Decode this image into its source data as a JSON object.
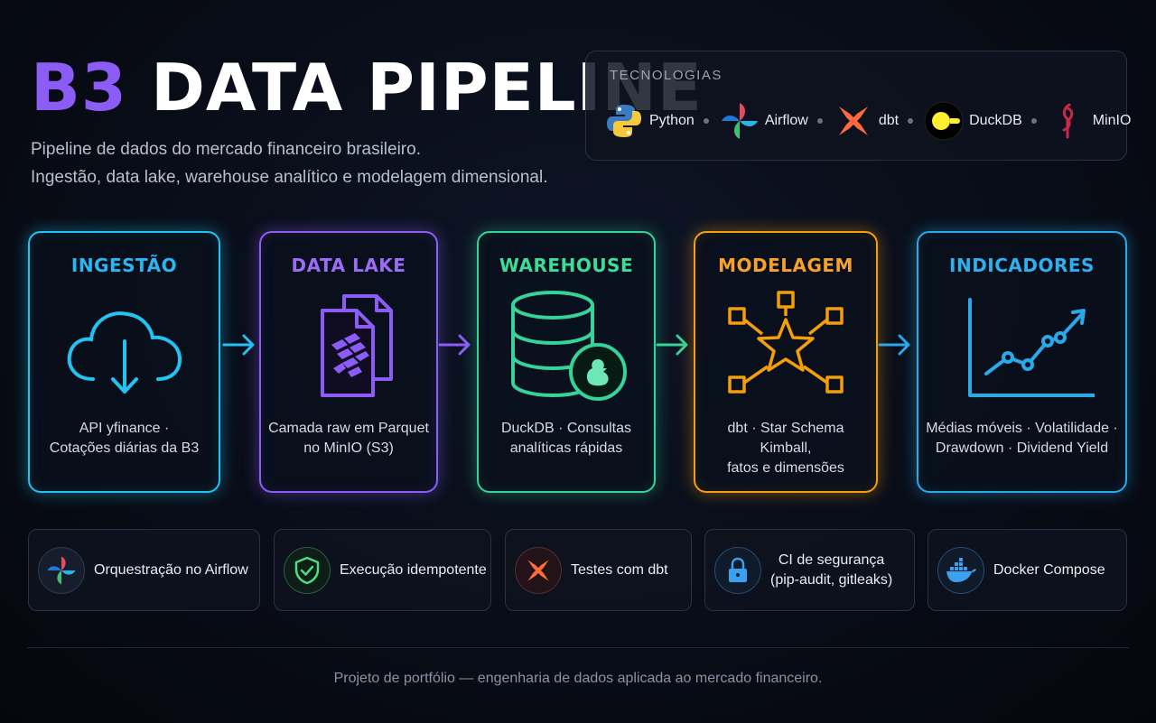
{
  "header": {
    "title_accent": "B3",
    "title_main": "DATA PIPELINE",
    "subtitle_line1": "Pipeline de dados do mercado financeiro brasileiro.",
    "subtitle_line2": "Ingestão, data lake, warehouse analítico e modelagem dimensional."
  },
  "technologies": {
    "title": "TECNOLOGIAS",
    "items": [
      {
        "label": "Python",
        "icon": "python-icon"
      },
      {
        "label": "Airflow",
        "icon": "airflow-icon"
      },
      {
        "label": "dbt",
        "icon": "dbt-icon"
      },
      {
        "label": "DuckDB",
        "icon": "duckdb-icon"
      },
      {
        "label": "MinIO",
        "icon": "minio-icon"
      }
    ]
  },
  "stages": [
    {
      "title": "INGESTÃO",
      "desc_line1": "API yfinance ·",
      "desc_line2": "Cotações diárias da B3",
      "icon": "cloud-download-icon",
      "color": "#22c3f0"
    },
    {
      "title": "DATA LAKE",
      "desc_line1": "Camada raw em Parquet",
      "desc_line2": "no MinIO (S3)",
      "icon": "parquet-files-icon",
      "color": "#8b5cf6"
    },
    {
      "title": "WAREHOUSE",
      "desc_line1": "DuckDB · Consultas",
      "desc_line2": "analíticas rápidas",
      "icon": "database-duck-icon",
      "color": "#34d399"
    },
    {
      "title": "MODELAGEM",
      "desc_line1": "dbt · Star Schema Kimball,",
      "desc_line2": "fatos e dimensões",
      "icon": "star-schema-icon",
      "color": "#f59e0b"
    },
    {
      "title": "INDICADORES",
      "desc_line1": "Médias móveis · Volatilidade ·",
      "desc_line2": "Drawdown · Dividend Yield",
      "icon": "line-chart-icon",
      "color": "#2aa8e8"
    }
  ],
  "features": [
    {
      "label": "Orquestração no Airflow",
      "icon": "airflow-icon"
    },
    {
      "label": "Execução idempotente",
      "icon": "shield-check-icon"
    },
    {
      "label": "Testes com dbt",
      "icon": "dbt-icon"
    },
    {
      "label_line1": "CI de segurança",
      "label_line2": "(pip-audit, gitleaks)",
      "icon": "lock-icon"
    },
    {
      "label": "Docker Compose",
      "icon": "docker-icon"
    }
  ],
  "footer": "Projeto de portfólio — engenharia de dados aplicada ao mercado financeiro."
}
